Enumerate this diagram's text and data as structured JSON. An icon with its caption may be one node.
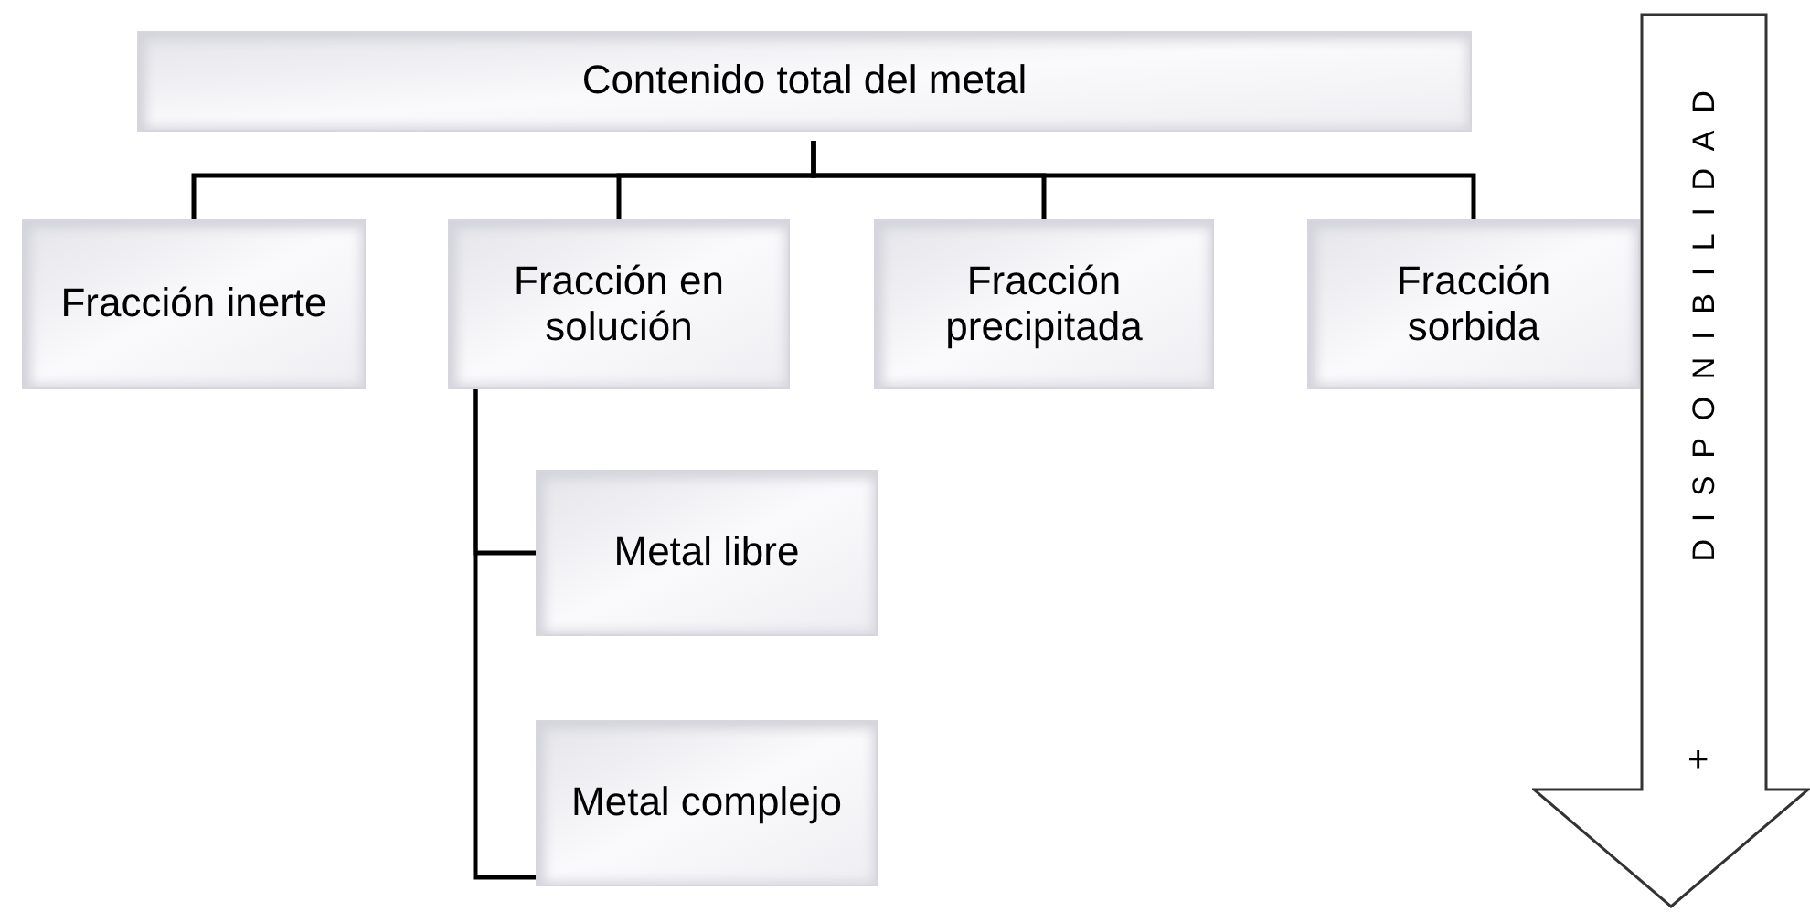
{
  "diagram": {
    "nodes": [
      {
        "text": [
          "Contenido total del metal"
        ]
      },
      {
        "text": [
          "Fracción inerte"
        ]
      },
      {
        "text": [
          "Fracción en solución"
        ]
      },
      {
        "text": [
          "Fracción precipitada"
        ]
      },
      {
        "text": [
          "Fracción sorbida"
        ]
      },
      {
        "text": [
          "Metal libre"
        ]
      },
      {
        "text": [
          "Metal complejo"
        ]
      },
      {
        "text": [
          "DISPONIBILIDAD",
          "+"
        ]
      }
    ],
    "edges": [
      {
        "from": 0,
        "to": 1,
        "arrow": "none"
      },
      {
        "from": 0,
        "to": 2,
        "arrow": "none"
      },
      {
        "from": 0,
        "to": 3,
        "arrow": "none"
      },
      {
        "from": 0,
        "to": 4,
        "arrow": "none"
      },
      {
        "from": 2,
        "to": 5,
        "arrow": "none"
      },
      {
        "from": 2,
        "to": 6,
        "arrow": "none"
      }
    ]
  }
}
